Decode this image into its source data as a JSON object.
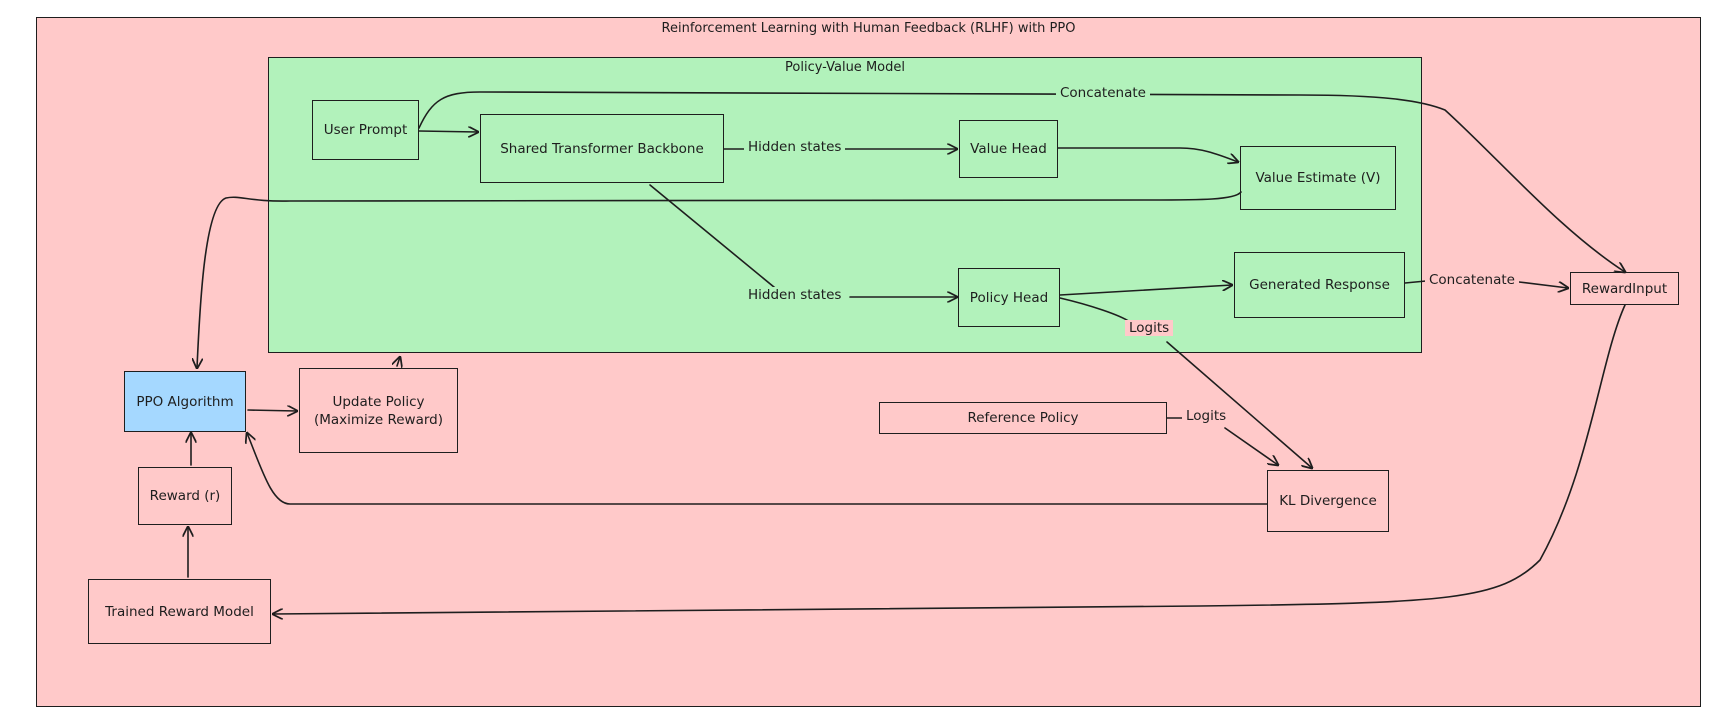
{
  "diagram": {
    "outer_group": {
      "title": "Reinforcement Learning with Human Feedback (RLHF) with PPO",
      "fill": "#ffc9c9"
    },
    "inner_group": {
      "title": "Policy-Value Model",
      "fill": "#b2f2bb"
    },
    "nodes": {
      "user_prompt": "User Prompt",
      "backbone": "Shared Transformer Backbone",
      "value_head": "Value Head",
      "value_estimate": "Value Estimate (V)",
      "policy_head": "Policy Head",
      "generated_response": "Generated Response",
      "reward_input": "RewardInput",
      "ppo": "PPO Algorithm",
      "update_policy": "Update Policy\n(Maximize Reward)",
      "reward": "Reward (r)",
      "trained_reward_model": "Trained Reward Model",
      "reference_policy": "Reference Policy",
      "kl_divergence": "KL Divergence"
    },
    "ppo_fill": "#a5d8ff",
    "edge_labels": {
      "concatenate_top": "Concatenate",
      "hidden_states_value": "Hidden states",
      "hidden_states_policy": "Hidden states",
      "concatenate_response": "Concatenate",
      "logits_policy": "Logits",
      "logits_reference": "Logits"
    }
  }
}
